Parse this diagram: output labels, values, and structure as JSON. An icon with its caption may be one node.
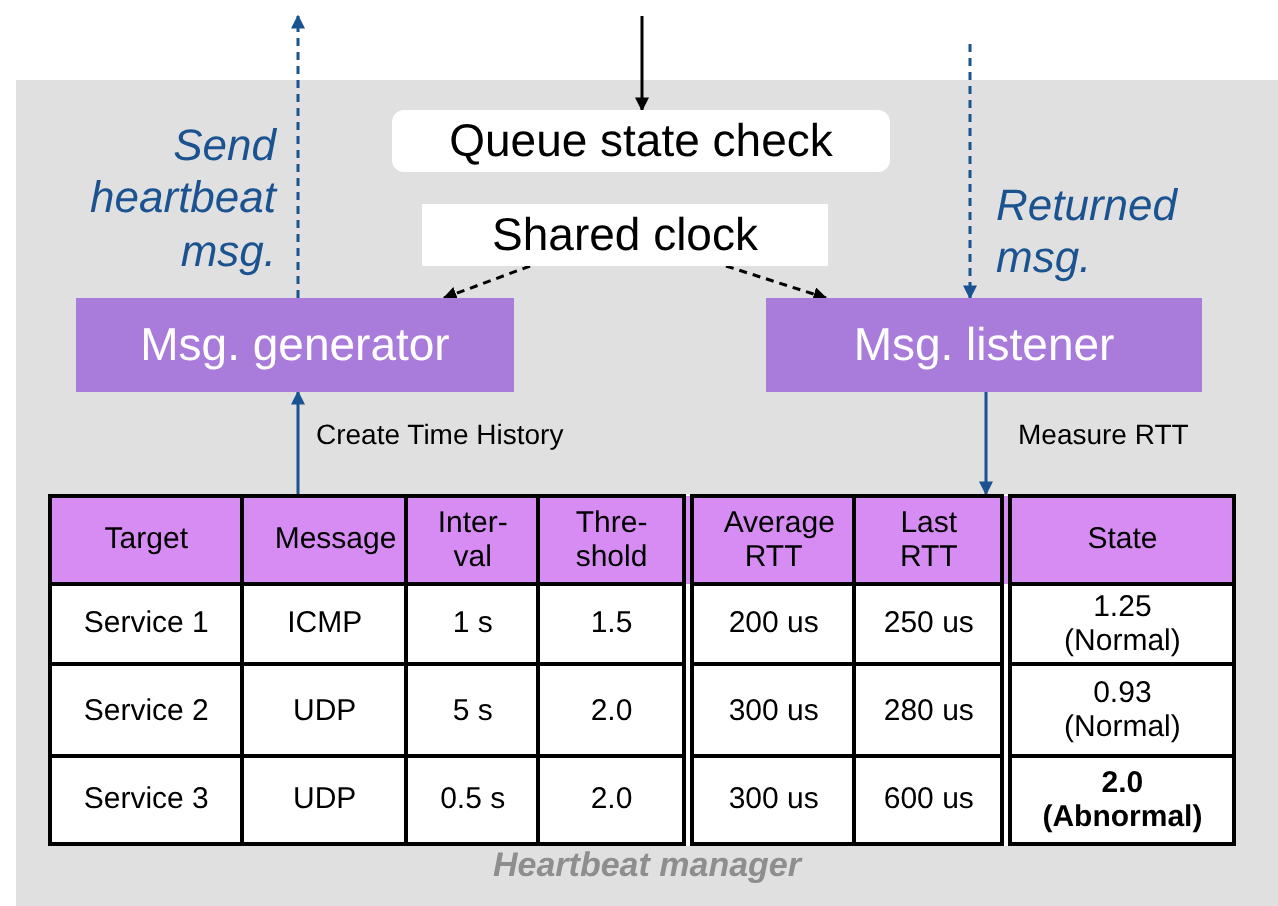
{
  "diagram": {
    "nodes": [
      {
        "text": [
          "Heartbeat manager"
        ]
      },
      {
        "text": [
          "Queue state check"
        ],
        "in": 0
      },
      {
        "text": [
          "Shared clock"
        ],
        "in": 0
      },
      {
        "text": [
          "Msg. generator"
        ],
        "in": 0
      },
      {
        "text": [
          "Msg. listener"
        ],
        "in": 0
      },
      {
        "text": [],
        "shape": "box",
        "in": 0
      }
    ],
    "edges": [
      {
        "from": null,
        "to": 1,
        "arrow": "to",
        "color": "#000000"
      },
      {
        "from": 3,
        "to": null,
        "arrow": "to",
        "style": "dashed",
        "label": "Send heartbeat msg."
      },
      {
        "from": null,
        "to": 4,
        "arrow": "to",
        "style": "dashed",
        "label": "Returned msg."
      },
      {
        "from": 2,
        "to": 3,
        "arrow": "to",
        "style": "dashed",
        "color": "#000000"
      },
      {
        "from": 2,
        "to": 4,
        "arrow": "to",
        "style": "dashed",
        "color": "#000000"
      },
      {
        "from": 5,
        "to": 3,
        "arrow": "to",
        "label": "Create Time History"
      },
      {
        "from": 4,
        "to": 5,
        "arrow": "to",
        "label": "Measure RTT"
      }
    ],
    "labels": [
      "Target",
      "Message",
      "Inter- val",
      "Thre- shold",
      "Average RTT",
      "Last RTT",
      "State",
      "Service 1",
      "ICMP",
      "1 s",
      "1.5",
      "200 us",
      "250 us",
      "1.25 (Normal)",
      "Service 2",
      "UDP",
      "5 s",
      "2.0",
      "300 us",
      "280 us",
      "0.93 (Normal)",
      "Service 3",
      "UDP",
      "0.5 s",
      "2.0",
      "300 us",
      "600 us",
      "**2.0 (Abnormal)**"
    ]
  }
}
